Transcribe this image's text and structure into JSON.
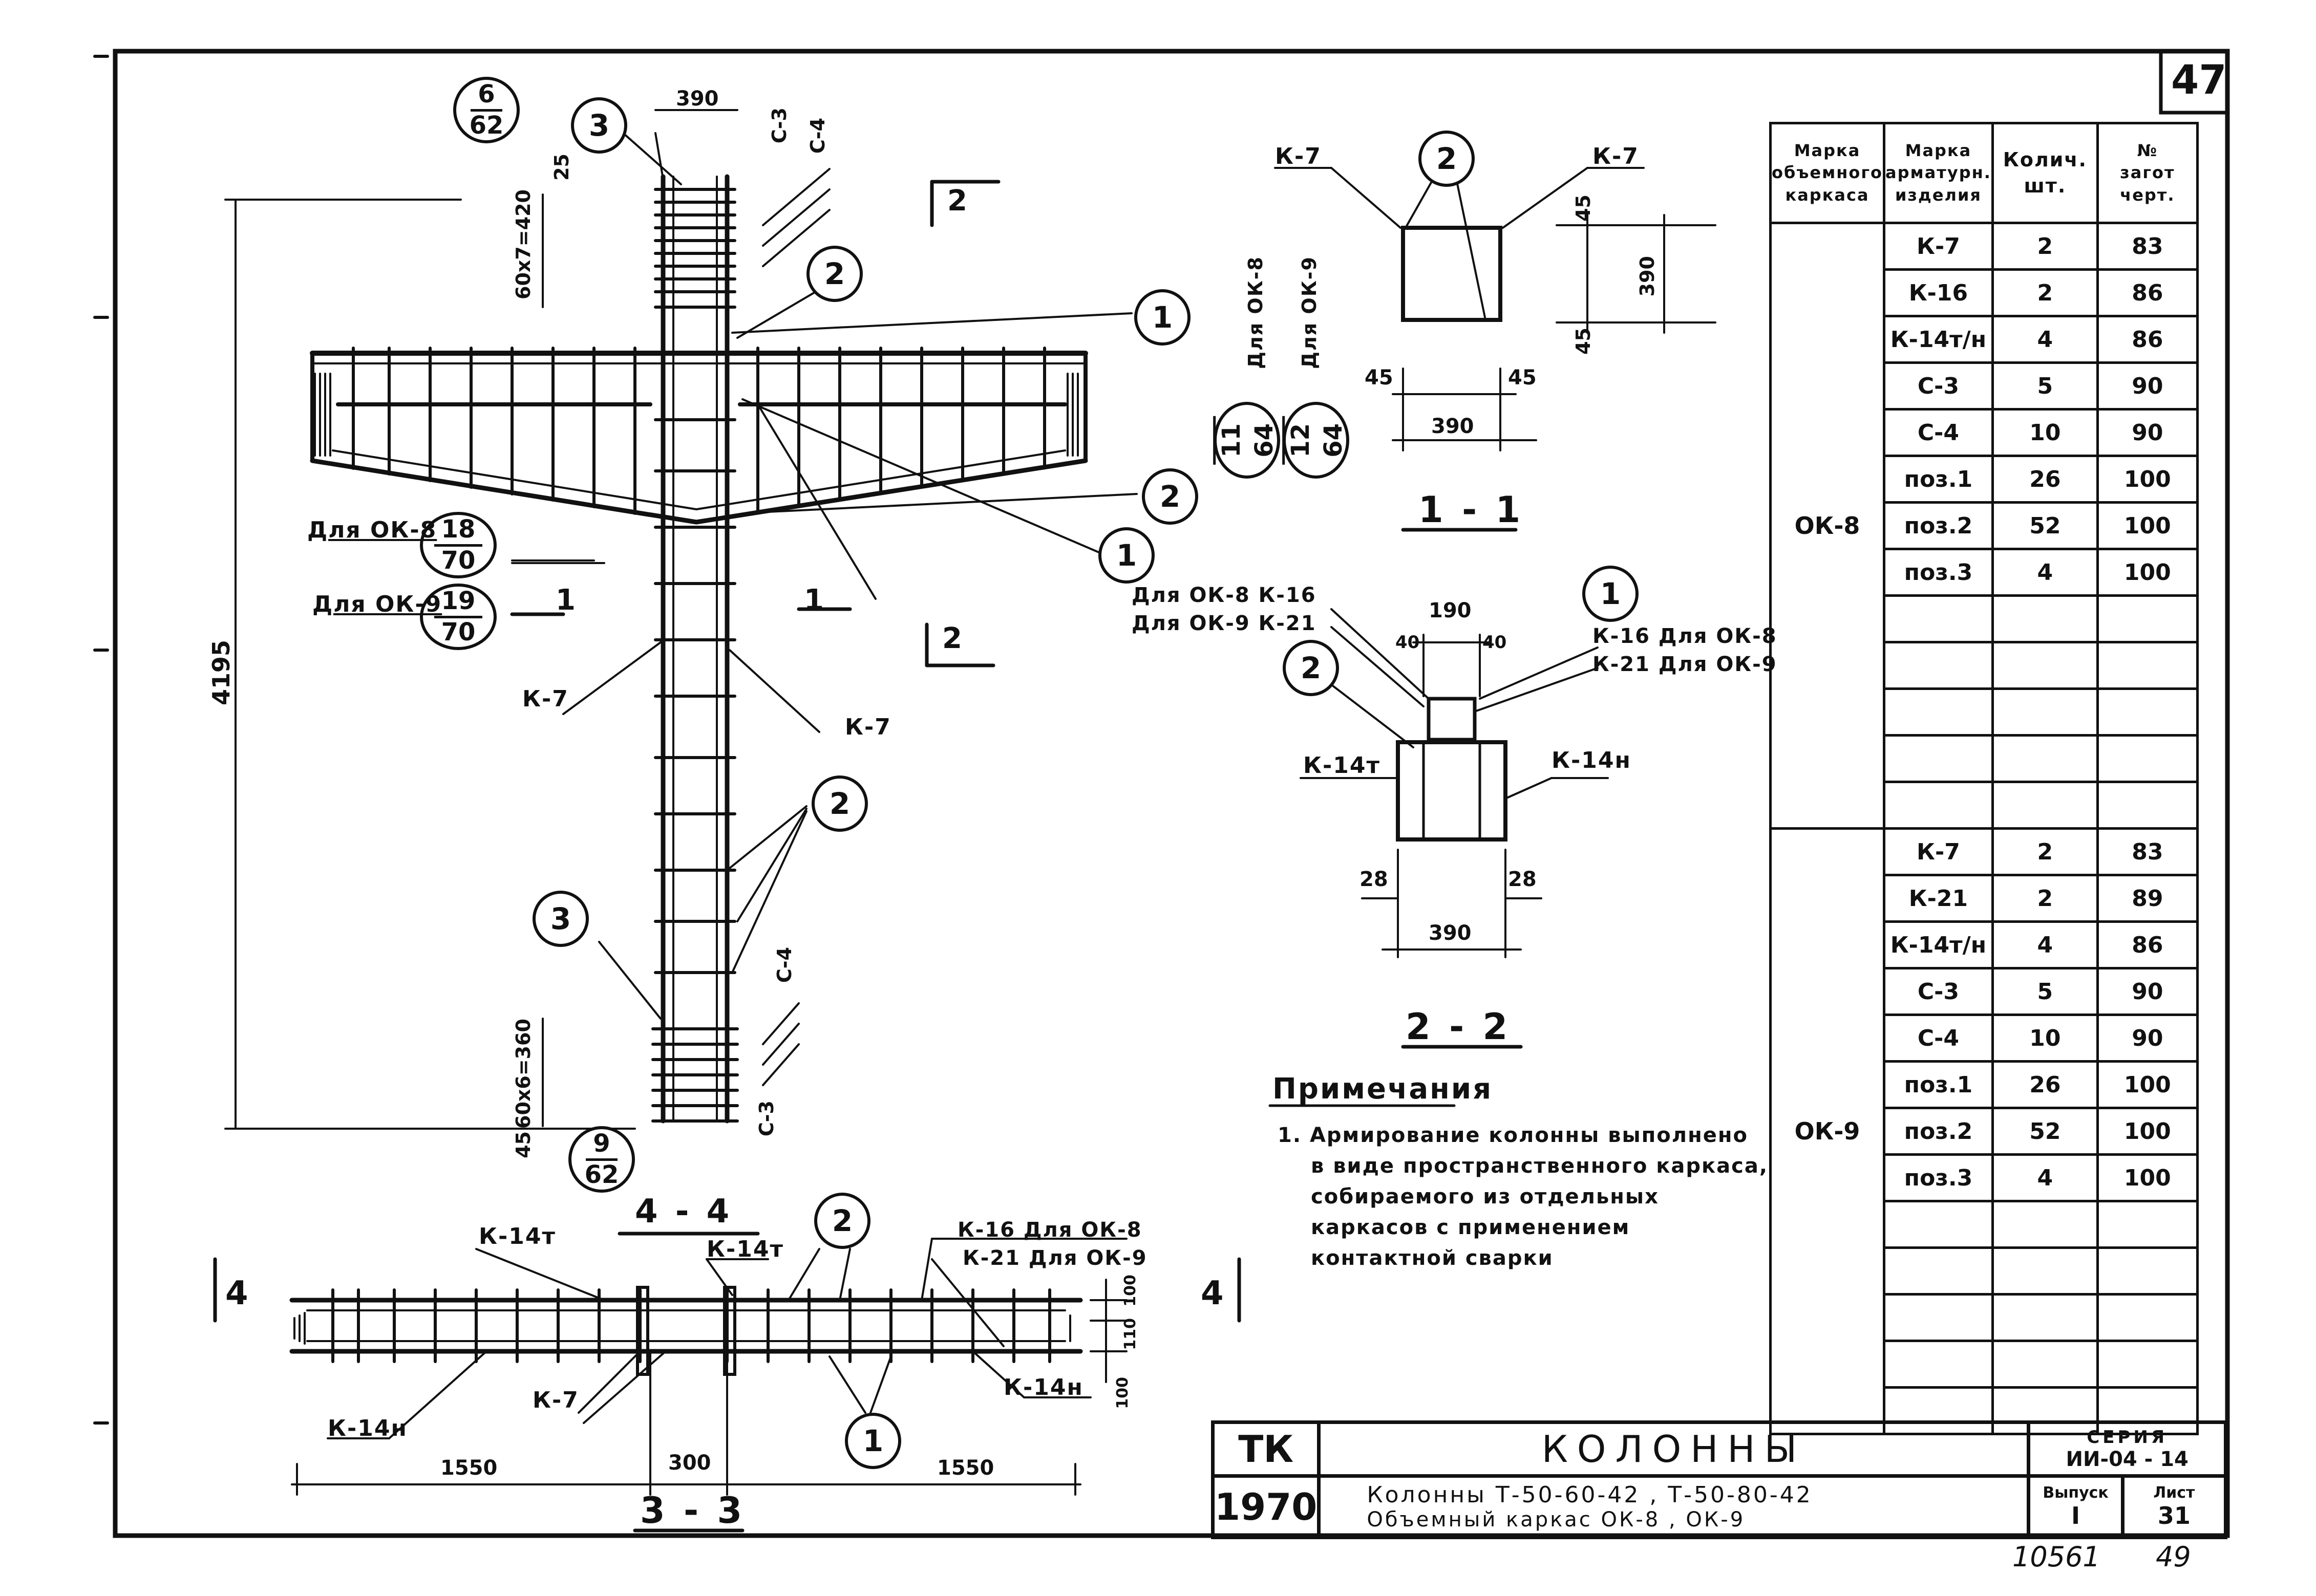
{
  "sheet": {
    "page_number": "47",
    "corner_note_left": "10561",
    "corner_note_right": "49"
  },
  "plan": {
    "top_dim": "390",
    "left_total_dim": "4195",
    "top_pitch_dim": "60x7=420",
    "top_small_dim": "25",
    "bottom_pitch_dim": "60x6=360",
    "bottom_small_dim": "45",
    "label_c3": "С-3",
    "label_c4": "С-4",
    "label_k7": "К-7",
    "for_ok8": "Для ОК-8",
    "for_ok9": "Для ОК-9",
    "ref_top_num": "6",
    "ref_top_den": "62",
    "ref_bottom_num": "9",
    "ref_bottom_den": "62",
    "ref_ok8_num": "18",
    "ref_ok8_den": "70",
    "ref_ok9_num": "19",
    "ref_ok9_den": "70",
    "section_mark_1": "1",
    "section_mark_2": "2",
    "pos_1": "1",
    "pos_2": "2",
    "pos_3": "3"
  },
  "section_1_1": {
    "title": "1 - 1",
    "label_k7": "К-7",
    "dim_height": "390",
    "dim_width": "390",
    "dim_45": "45",
    "for_ok8": "Для ОК-8",
    "for_ok9": "Для ОК-9",
    "ref_a_num": "11",
    "ref_a_den": "64",
    "ref_b_num": "12",
    "ref_b_den": "64"
  },
  "section_2_2": {
    "title": "2 - 2",
    "left_note_1": "Для ОК-8   К-16",
    "left_note_2": "Для ОК-9   К-21",
    "right_note_1": "К-16 Для ОК-8",
    "right_note_2": "К-21 Для ОК-9",
    "label_k14t": "К-14т",
    "label_k14n": "К-14н",
    "dim_190": "190",
    "dim_40": "40",
    "dim_28": "28",
    "dim_390": "390"
  },
  "section_3_3": {
    "title": "3 - 3",
    "label_k14t": "К-14т",
    "label_k14n": "К-14н",
    "label_k7": "К-7",
    "note_1": "К-16 Для ОК-8",
    "note_2": "К-21 Для ОК-9",
    "dim_left": "1550",
    "dim_mid": "300",
    "dim_right": "1550",
    "dim_100": "100",
    "dim_110": "110",
    "section_mark": "4"
  },
  "section_4_4": {
    "title": "4 - 4"
  },
  "notes": {
    "heading": "Примечания",
    "lines": [
      "1. Армирование колонны выполнено",
      "в виде пространственного каркаса,",
      "собираемого из отдельных",
      "каркасов с применением",
      "контактной сварки"
    ]
  },
  "spec_table": {
    "headers": [
      [
        "Марка",
        "объемного",
        "каркаса"
      ],
      [
        "Марка",
        "арматурн.",
        "изделия"
      ],
      [
        "Колич.",
        "шт."
      ],
      [
        "№",
        "загот",
        "черт."
      ]
    ],
    "groups": [
      {
        "mark": "ОК-8",
        "rows": [
          [
            "К-7",
            "2",
            "83"
          ],
          [
            "К-16",
            "2",
            "86"
          ],
          [
            "К-14т/н",
            "4",
            "86"
          ],
          [
            "С-3",
            "5",
            "90"
          ],
          [
            "С-4",
            "10",
            "90"
          ],
          [
            "поз.1",
            "26",
            "100"
          ],
          [
            "поз.2",
            "52",
            "100"
          ],
          [
            "поз.3",
            "4",
            "100"
          ],
          [
            "",
            "",
            ""
          ],
          [
            "",
            "",
            ""
          ],
          [
            "",
            "",
            ""
          ],
          [
            "",
            "",
            ""
          ],
          [
            "",
            "",
            ""
          ]
        ]
      },
      {
        "mark": "ОК-9",
        "rows": [
          [
            "К-7",
            "2",
            "83"
          ],
          [
            "К-21",
            "2",
            "89"
          ],
          [
            "К-14т/н",
            "4",
            "86"
          ],
          [
            "С-3",
            "5",
            "90"
          ],
          [
            "С-4",
            "10",
            "90"
          ],
          [
            "поз.1",
            "26",
            "100"
          ],
          [
            "поз.2",
            "52",
            "100"
          ],
          [
            "поз.3",
            "4",
            "100"
          ],
          [
            "",
            "",
            ""
          ],
          [
            "",
            "",
            ""
          ],
          [
            "",
            "",
            ""
          ],
          [
            "",
            "",
            ""
          ],
          [
            "",
            "",
            ""
          ]
        ]
      }
    ]
  },
  "title_block": {
    "org": "ТК",
    "year": "1970",
    "title": "КОЛОННЫ",
    "subtitle_1": "Колонны Т-50-60-42 , Т-50-80-42",
    "subtitle_2": "Объемный каркас ОК-8 , ОК-9",
    "series_label": "СЕРИЯ",
    "series_value": "ИИ-04 - 14",
    "issue_label": "Выпуск",
    "issue_value": "I",
    "sheet_label": "Лист",
    "sheet_value": "31"
  }
}
